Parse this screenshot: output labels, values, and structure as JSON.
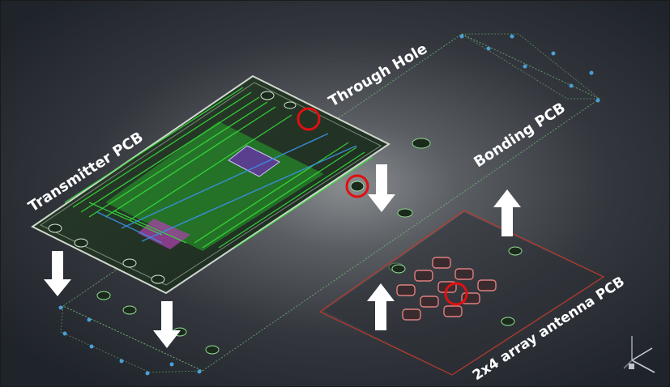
{
  "labels": {
    "transmitter": "Transmitter PCB",
    "through_hole": "Through Hole",
    "bonding": "Bonding PCB",
    "antenna": "2x4 array antenna PCB"
  },
  "colors": {
    "background_center": "#6f7275",
    "background_edge": "#23272d",
    "trace_green": "#36e33a",
    "highlight_red": "#e01010",
    "outline_red": "#c0392b",
    "arrow": "#ffffff"
  },
  "icons": {
    "axis_gizmo": "axis-triad-icon",
    "arrows": "arrow-icon",
    "through_hole_marker": "red-circle-icon"
  }
}
